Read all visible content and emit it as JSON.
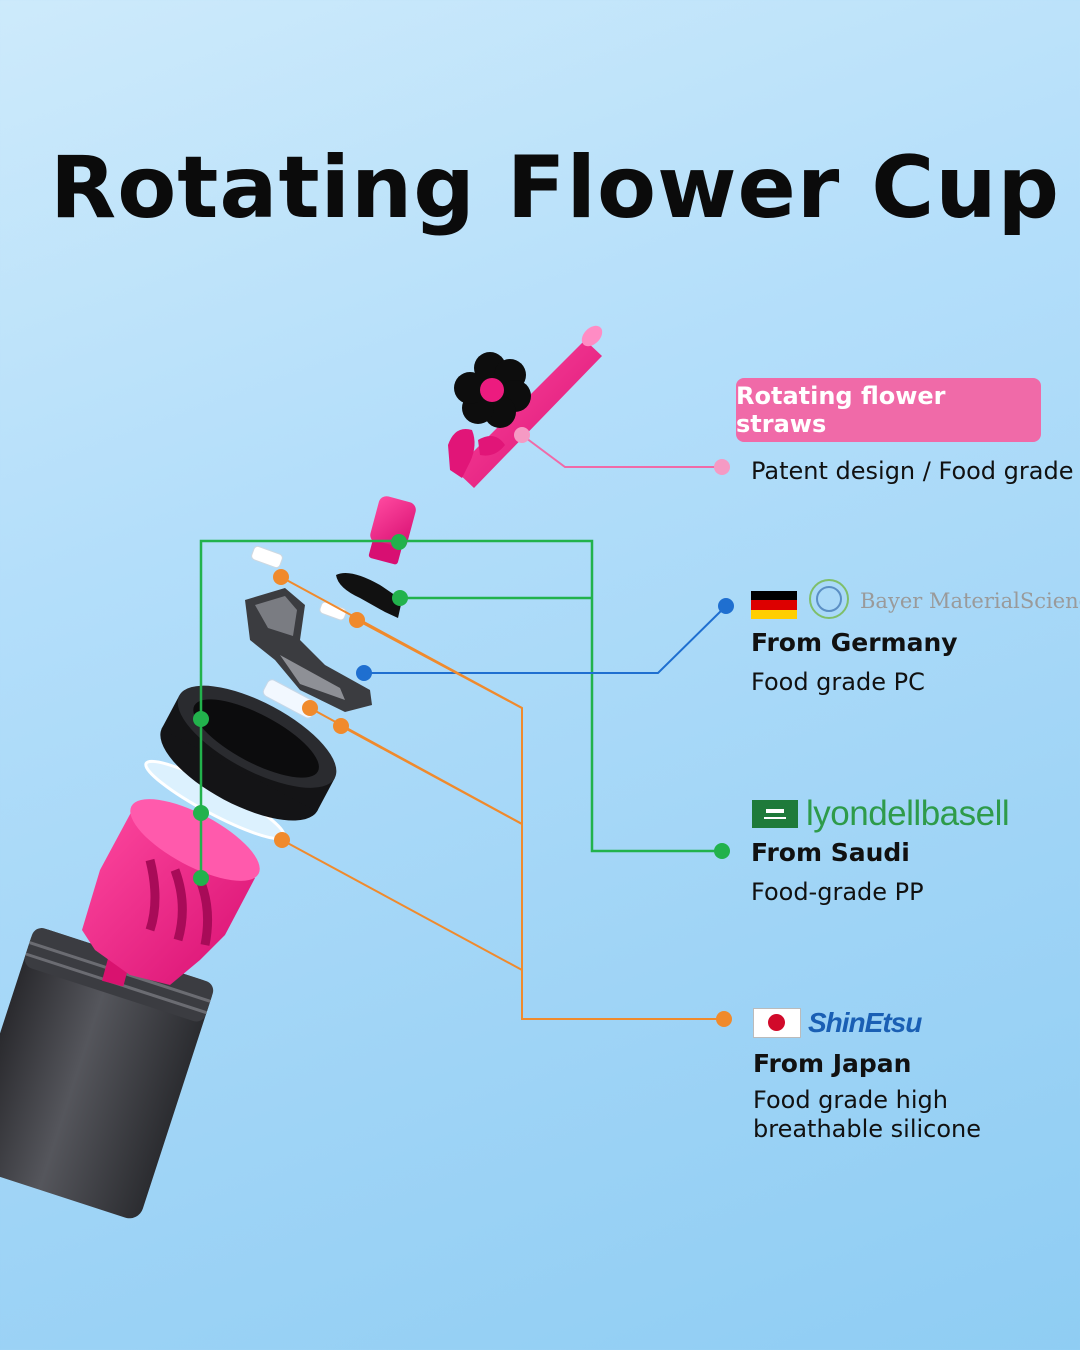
{
  "title": "Rotating Flower Cup",
  "callout": {
    "badge": "Rotating flower straws",
    "text": "Patent design / Food grade s"
  },
  "suppliers": [
    {
      "logo_text": "Bayer MaterialScience",
      "flag": "germany-flag",
      "region": "From Germany",
      "material": "Food grade PC",
      "line_color": "#1f6fd0"
    },
    {
      "logo_text": "lyondellbasell",
      "flag": "saudi-flag",
      "region": "From Saudi",
      "material": "Food-grade PP",
      "line_color": "#22b24c"
    },
    {
      "logo_text": "ShinEtsu",
      "flag": "japan-flag",
      "region": "From Japan",
      "material_line1": "Food grade high",
      "material_line2": "breathable silicone",
      "line_color": "#f08a2c"
    }
  ],
  "colors": {
    "pink": "#f06aa8",
    "magenta_part": "#ec1b7f",
    "green_line": "#22b24c",
    "blue_line": "#1f6fd0",
    "orange_line": "#f08a2c"
  }
}
